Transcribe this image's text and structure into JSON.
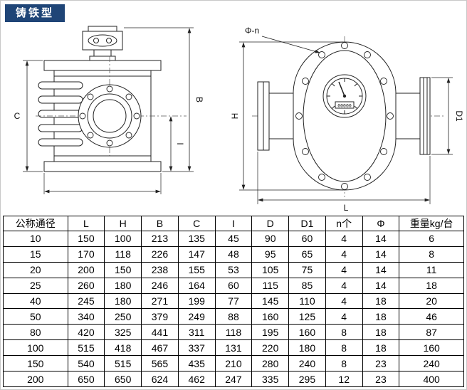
{
  "page": {
    "badge": "铸铁型"
  },
  "drawings": {
    "front_view": {
      "dim_c": "C",
      "dim_b": "B",
      "dim_i": "I"
    },
    "side_view": {
      "dim_phi_n": "Φ-n",
      "dim_h": "H",
      "dim_d1": "D1",
      "dim_l": "L",
      "counter_value": "00000"
    }
  },
  "table": {
    "headers": [
      "公称通径",
      "L",
      "H",
      "B",
      "C",
      "I",
      "D",
      "D1",
      "n个",
      "Φ",
      "重量kg/台"
    ],
    "rows": [
      [
        "10",
        "150",
        "100",
        "213",
        "135",
        "45",
        "90",
        "60",
        "4",
        "14",
        "6"
      ],
      [
        "15",
        "170",
        "118",
        "226",
        "147",
        "48",
        "95",
        "65",
        "4",
        "14",
        "8"
      ],
      [
        "20",
        "200",
        "150",
        "238",
        "155",
        "53",
        "105",
        "75",
        "4",
        "14",
        "11"
      ],
      [
        "25",
        "260",
        "180",
        "246",
        "164",
        "60",
        "115",
        "85",
        "4",
        "14",
        "18"
      ],
      [
        "40",
        "245",
        "180",
        "271",
        "199",
        "77",
        "145",
        "110",
        "4",
        "18",
        "20"
      ],
      [
        "50",
        "340",
        "250",
        "379",
        "249",
        "88",
        "160",
        "125",
        "4",
        "18",
        "46"
      ],
      [
        "80",
        "420",
        "325",
        "441",
        "311",
        "118",
        "195",
        "160",
        "8",
        "18",
        "87"
      ],
      [
        "100",
        "515",
        "418",
        "467",
        "337",
        "131",
        "220",
        "180",
        "8",
        "18",
        "160"
      ],
      [
        "150",
        "540",
        "515",
        "565",
        "435",
        "210",
        "280",
        "240",
        "8",
        "23",
        "240"
      ],
      [
        "200",
        "650",
        "650",
        "624",
        "462",
        "247",
        "335",
        "295",
        "12",
        "23",
        "400"
      ]
    ]
  }
}
